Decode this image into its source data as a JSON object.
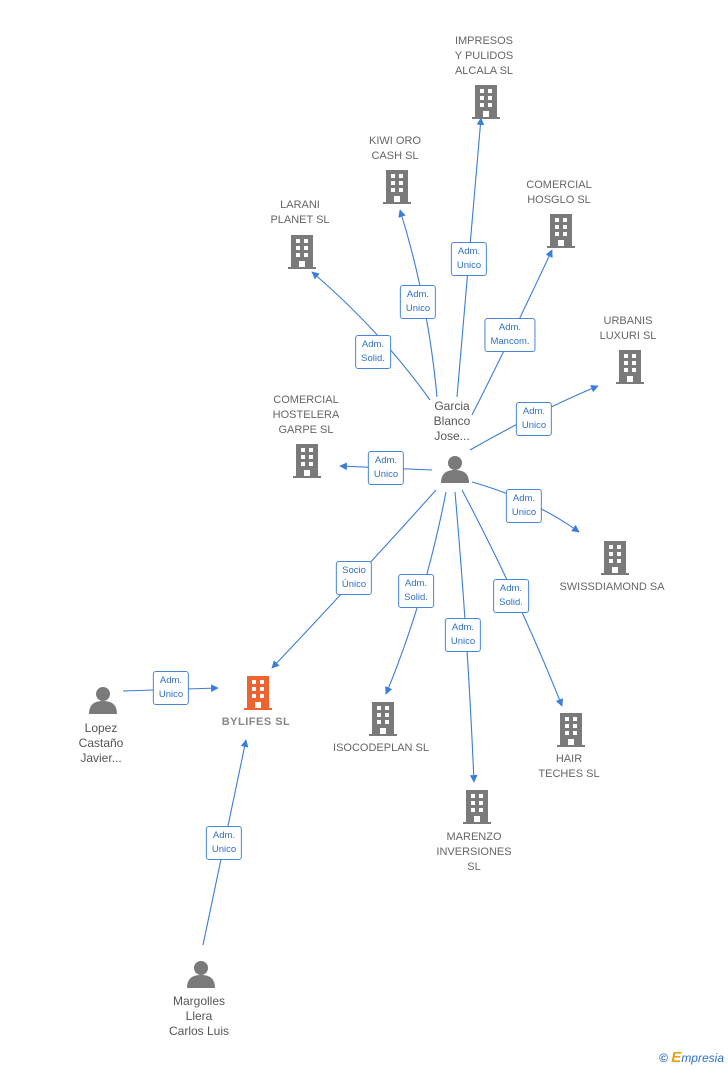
{
  "nodes": {
    "garcia": {
      "label": "Garcia\nBlanco\nJose...",
      "kind": "person"
    },
    "lopez": {
      "label": "Lopez\nCastaño\nJavier...",
      "kind": "person"
    },
    "margolles": {
      "label": "Margolles\nLlera\nCarlos Luis",
      "kind": "person"
    },
    "bylifes": {
      "label": "BYLIFES  SL",
      "kind": "company",
      "highlight": true
    },
    "impresos": {
      "label": "IMPRESOS\nY PULIDOS\nALCALA SL",
      "kind": "company"
    },
    "kiwi": {
      "label": "KIWI ORO\nCASH SL",
      "kind": "company"
    },
    "larani": {
      "label": "LARANI\nPLANET SL",
      "kind": "company"
    },
    "hosglo": {
      "label": "COMERCIAL\nHOSGLO SL",
      "kind": "company"
    },
    "urbanis": {
      "label": "URBANIS\nLUXURI  SL",
      "kind": "company"
    },
    "hostelera": {
      "label": "COMERCIAL\nHOSTELERA\nGARPE  SL",
      "kind": "company"
    },
    "swiss": {
      "label": "SWISSDIAMOND SA",
      "kind": "company"
    },
    "isocode": {
      "label": "ISOCODEPLAN SL",
      "kind": "company"
    },
    "hair": {
      "label": "HAIR\nTECHES  SL",
      "kind": "company"
    },
    "marenzo": {
      "label": "MARENZO\nINVERSIONES\nSL",
      "kind": "company"
    }
  },
  "relations": {
    "impresos": "Adm.\nUnico",
    "kiwi": "Adm.\nUnico",
    "larani": "Adm.\nSolid.",
    "hosglo": "Adm.\nMancom.",
    "urbanis": "Adm.\nUnico",
    "hostelera": "Adm.\nUnico",
    "swiss": "Adm.\nUnico",
    "bylifes": "Socio\nÚnico",
    "isocode": "Adm.\nSolid.",
    "marenzo": "Adm.\nUnico",
    "hair": "Adm.\nSolid.",
    "lopez": "Adm.\nUnico",
    "margolles": "Adm.\nUnico"
  },
  "colors": {
    "edge": "#3b7dd8",
    "company": "#7a7a7a",
    "highlight": "#f0622e",
    "person": "#7a7a7a"
  },
  "footer": {
    "copyright": "©",
    "brand_e": "E",
    "brand_rest": "mpresia"
  }
}
